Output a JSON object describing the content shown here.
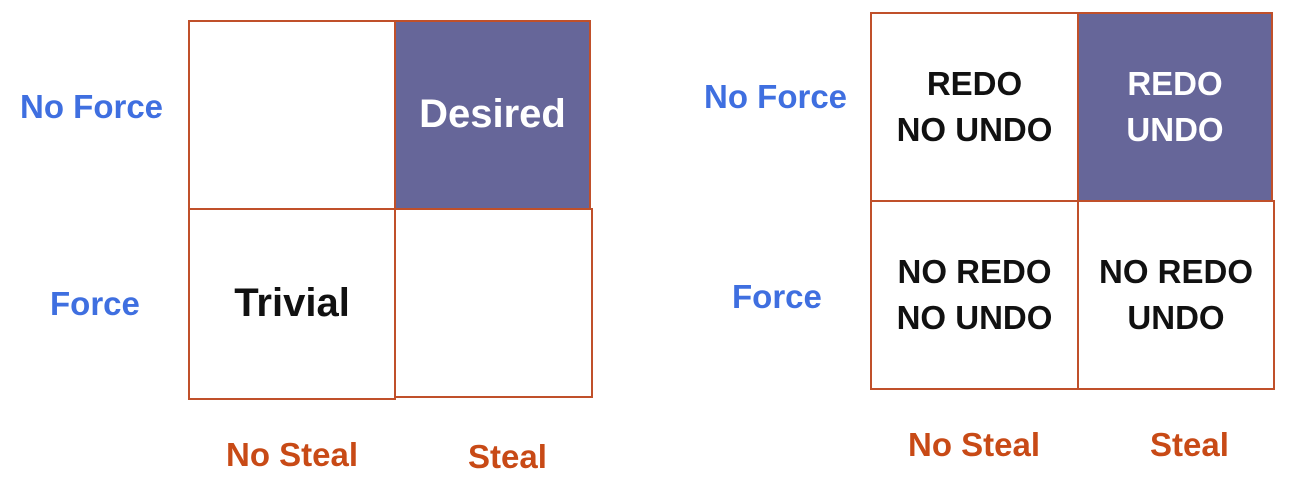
{
  "left_grid": {
    "row_labels": [
      "No Force",
      "Force"
    ],
    "col_labels": [
      "No Steal",
      "Steal"
    ],
    "cells": [
      {
        "row": 0,
        "col": 0,
        "text": "",
        "highlight": false
      },
      {
        "row": 0,
        "col": 1,
        "text": "Desired",
        "highlight": true
      },
      {
        "row": 1,
        "col": 0,
        "text": "Trivial",
        "highlight": false
      },
      {
        "row": 1,
        "col": 1,
        "text": "",
        "highlight": false
      }
    ]
  },
  "right_grid": {
    "row_labels": [
      "No Force",
      "Force"
    ],
    "col_labels": [
      "No Steal",
      "Steal"
    ],
    "cells": [
      {
        "row": 0,
        "col": 0,
        "text": "REDO\nNO UNDO",
        "highlight": false
      },
      {
        "row": 0,
        "col": 1,
        "text": "REDO\nUNDO",
        "highlight": true
      },
      {
        "row": 1,
        "col": 0,
        "text": "NO REDO\nNO UNDO",
        "highlight": false
      },
      {
        "row": 1,
        "col": 1,
        "text": "NO REDO\nUNDO",
        "highlight": false
      }
    ]
  },
  "colors": {
    "row_label": "#3f6fe0",
    "col_label": "#c84a16",
    "border": "#c0502a",
    "highlight_fill": "#666699"
  }
}
